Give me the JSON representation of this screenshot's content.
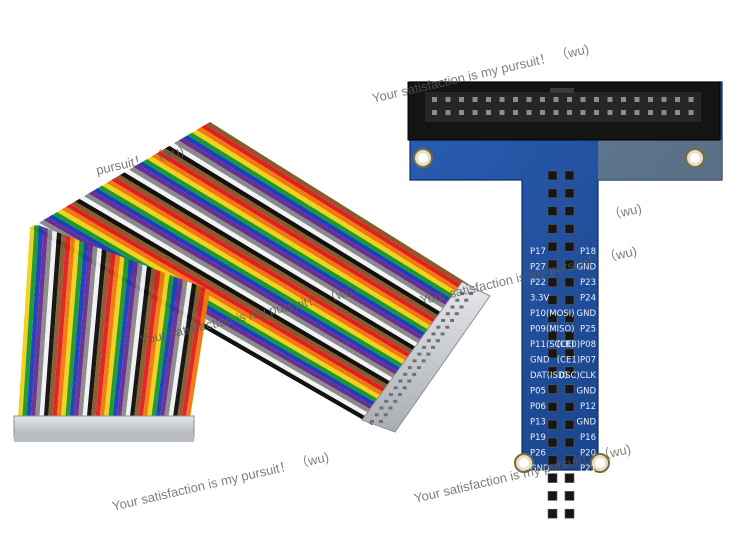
{
  "watermark": {
    "full": "Your satisfaction is my pursuit！ （wu)",
    "partial_pursuit": "pursuit！ （wu)",
    "partial_wu": "（wu)"
  },
  "board": {
    "left_labels": [
      "P17",
      "P27",
      "P22",
      "3.3V",
      "P10(MOSI)",
      "P09(MISO)",
      "P11(SCLK)",
      "GND",
      "DAT(ISD)",
      "P05",
      "P06",
      "P13",
      "P19",
      "P26",
      "GND"
    ],
    "right_labels": [
      "P18",
      "GND",
      "P23",
      "P24",
      "GND",
      "P25",
      "(CE0)P08",
      "(CE1)P07",
      "(ISC)CLK",
      "GND",
      "P12",
      "GND",
      "P16",
      "P20",
      "P21"
    ]
  },
  "colors": {
    "cable_stripes": [
      "#8b5a2b",
      "#e02020",
      "#f07a10",
      "#f2d21a",
      "#1a9a2e",
      "#1c3fbf",
      "#6b2d8f",
      "#8a8a8a",
      "#f2f2f2",
      "#111111"
    ],
    "pcb": "#1f4f9e",
    "connector": "#1a1a1a",
    "connector_head": "#c9ccd0"
  }
}
